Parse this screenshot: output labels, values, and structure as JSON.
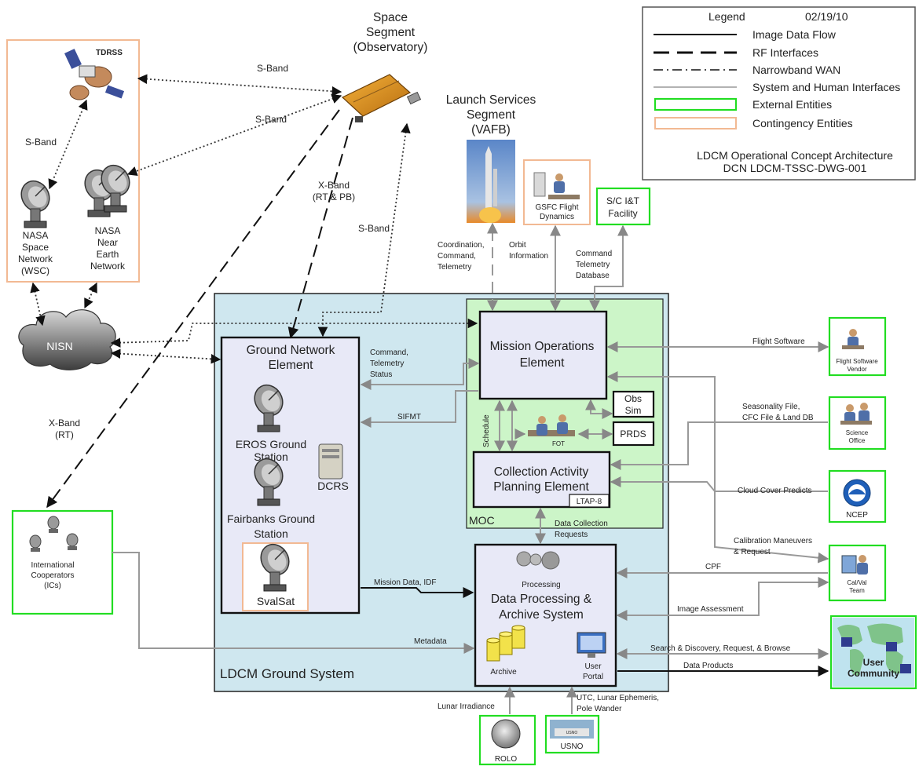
{
  "legend": {
    "title": "Legend",
    "date": "02/19/10",
    "items": [
      {
        "label": "Image Data Flow"
      },
      {
        "label": "RF Interfaces"
      },
      {
        "label": "Narrowband WAN"
      },
      {
        "label": "System and Human Interfaces"
      },
      {
        "label": "External Entities"
      },
      {
        "label": "Contingency Entities"
      }
    ],
    "caption_line1": "LDCM Operational Concept Architecture",
    "caption_line2": "DCN LDCM-TSSC-DWG-001"
  },
  "colors": {
    "external": "#22dd22",
    "contingency": "#f2b993",
    "ground_system": "#cfe7ef",
    "moc": "#ccf5c8",
    "element": "#e8e9f7"
  },
  "space_segment": {
    "line1": "Space",
    "line2": "Segment",
    "line3": "(Observatory)"
  },
  "tdrss": {
    "label": "TDRSS"
  },
  "nasa_sn": {
    "line1": "NASA",
    "line2": "Space",
    "line3": "Network",
    "line4": "(WSC)"
  },
  "nasa_nen": {
    "line1": "NASA",
    "line2": "Near",
    "line3": "Earth",
    "line4": "Network"
  },
  "nisn": {
    "label": "NISN"
  },
  "launch": {
    "line1": "Launch Services",
    "line2": "Segment",
    "line3": "(VAFB)"
  },
  "gsfc": {
    "line1": "GSFC Flight",
    "line2": "Dynamics"
  },
  "sc_iat": {
    "line1": "S/C I&T",
    "line2": "Facility"
  },
  "ground_network": {
    "line1": "Ground Network",
    "line2": "Element"
  },
  "eros": {
    "line1": "EROS Ground",
    "line2": "Station"
  },
  "fairbanks": {
    "line1": "Fairbanks Ground",
    "line2": "Station"
  },
  "svalsat": {
    "label": "SvalSat"
  },
  "dcrs": {
    "label": "DCRS"
  },
  "moe": {
    "line1": "Mission Operations",
    "line2": "Element"
  },
  "obs_sim": {
    "line1": "Obs",
    "line2": "Sim"
  },
  "prds": {
    "label": "PRDS"
  },
  "fot": {
    "label": "FOT"
  },
  "capes": {
    "line1": "Collection Activity",
    "line2": "Planning Element"
  },
  "ltap": {
    "label": "LTAP-8"
  },
  "moc": {
    "label": "MOC"
  },
  "dpas": {
    "processing": "Processing",
    "line1": "Data Processing &",
    "line2": "Archive System",
    "archive": "Archive",
    "portal_line1": "User",
    "portal_line2": "Portal"
  },
  "ground_system": {
    "label": "LDCM Ground System"
  },
  "ics": {
    "line1": "International",
    "line2": "Cooperators",
    "line3": "(ICs)"
  },
  "fsw_vendor": {
    "line1": "Flight Software",
    "line2": "Vendor"
  },
  "science_office": {
    "line1": "Science",
    "line2": "Office"
  },
  "ncep": {
    "label": "NCEP"
  },
  "calval": {
    "line1": "Cal/Val",
    "line2": "Team"
  },
  "user_community": {
    "line1": "User",
    "line2": "Community"
  },
  "rolo": {
    "label": "ROLO"
  },
  "usno": {
    "label": "USNO",
    "photo_text": "USNO"
  },
  "flows": {
    "sband_tdrss": "S-Band",
    "sband_tdrss2": "S-Band",
    "sband_left": "S-Band",
    "xband_rtpb_1": "X-Band",
    "xband_rtpb_2": "(RT & PB)",
    "sband_center": "S-Band",
    "xband_rt_1": "X-Band",
    "xband_rt_2": "(RT)",
    "coord_1": "Coordination,",
    "coord_2": "Command,",
    "coord_3": "Telemetry",
    "orbit_1": "Orbit",
    "orbit_2": "Information",
    "cmdtlm_1": "Command",
    "cmdtlm_2": "Telemetry",
    "cmdtlm_3": "Database",
    "ctstatus_1": "Command,",
    "ctstatus_2": "Telemetry",
    "ctstatus_3": "Status",
    "sifmt": "SIFMT",
    "schedule": "Schedule",
    "flight_software": "Flight Software",
    "seasonality_1": "Seasonality File,",
    "seasonality_2": "CFC File & Land DB",
    "cloud_cover": "Cloud Cover Predicts",
    "dcr_1": "Data Collection",
    "dcr_2": "Requests",
    "calman_1": "Calibration Maneuvers",
    "calman_2": "& Request",
    "cpf": "CPF",
    "image_assessment": "Image Assessment",
    "mission_data": "Mission Data, IDF",
    "metadata": "Metadata",
    "search": "Search & Discovery, Request, & Browse",
    "data_products": "Data Products",
    "lunar_irr": "Lunar Irradiance",
    "utc_1": "UTC, Lunar Ephemeris,",
    "utc_2": "Pole Wander"
  }
}
